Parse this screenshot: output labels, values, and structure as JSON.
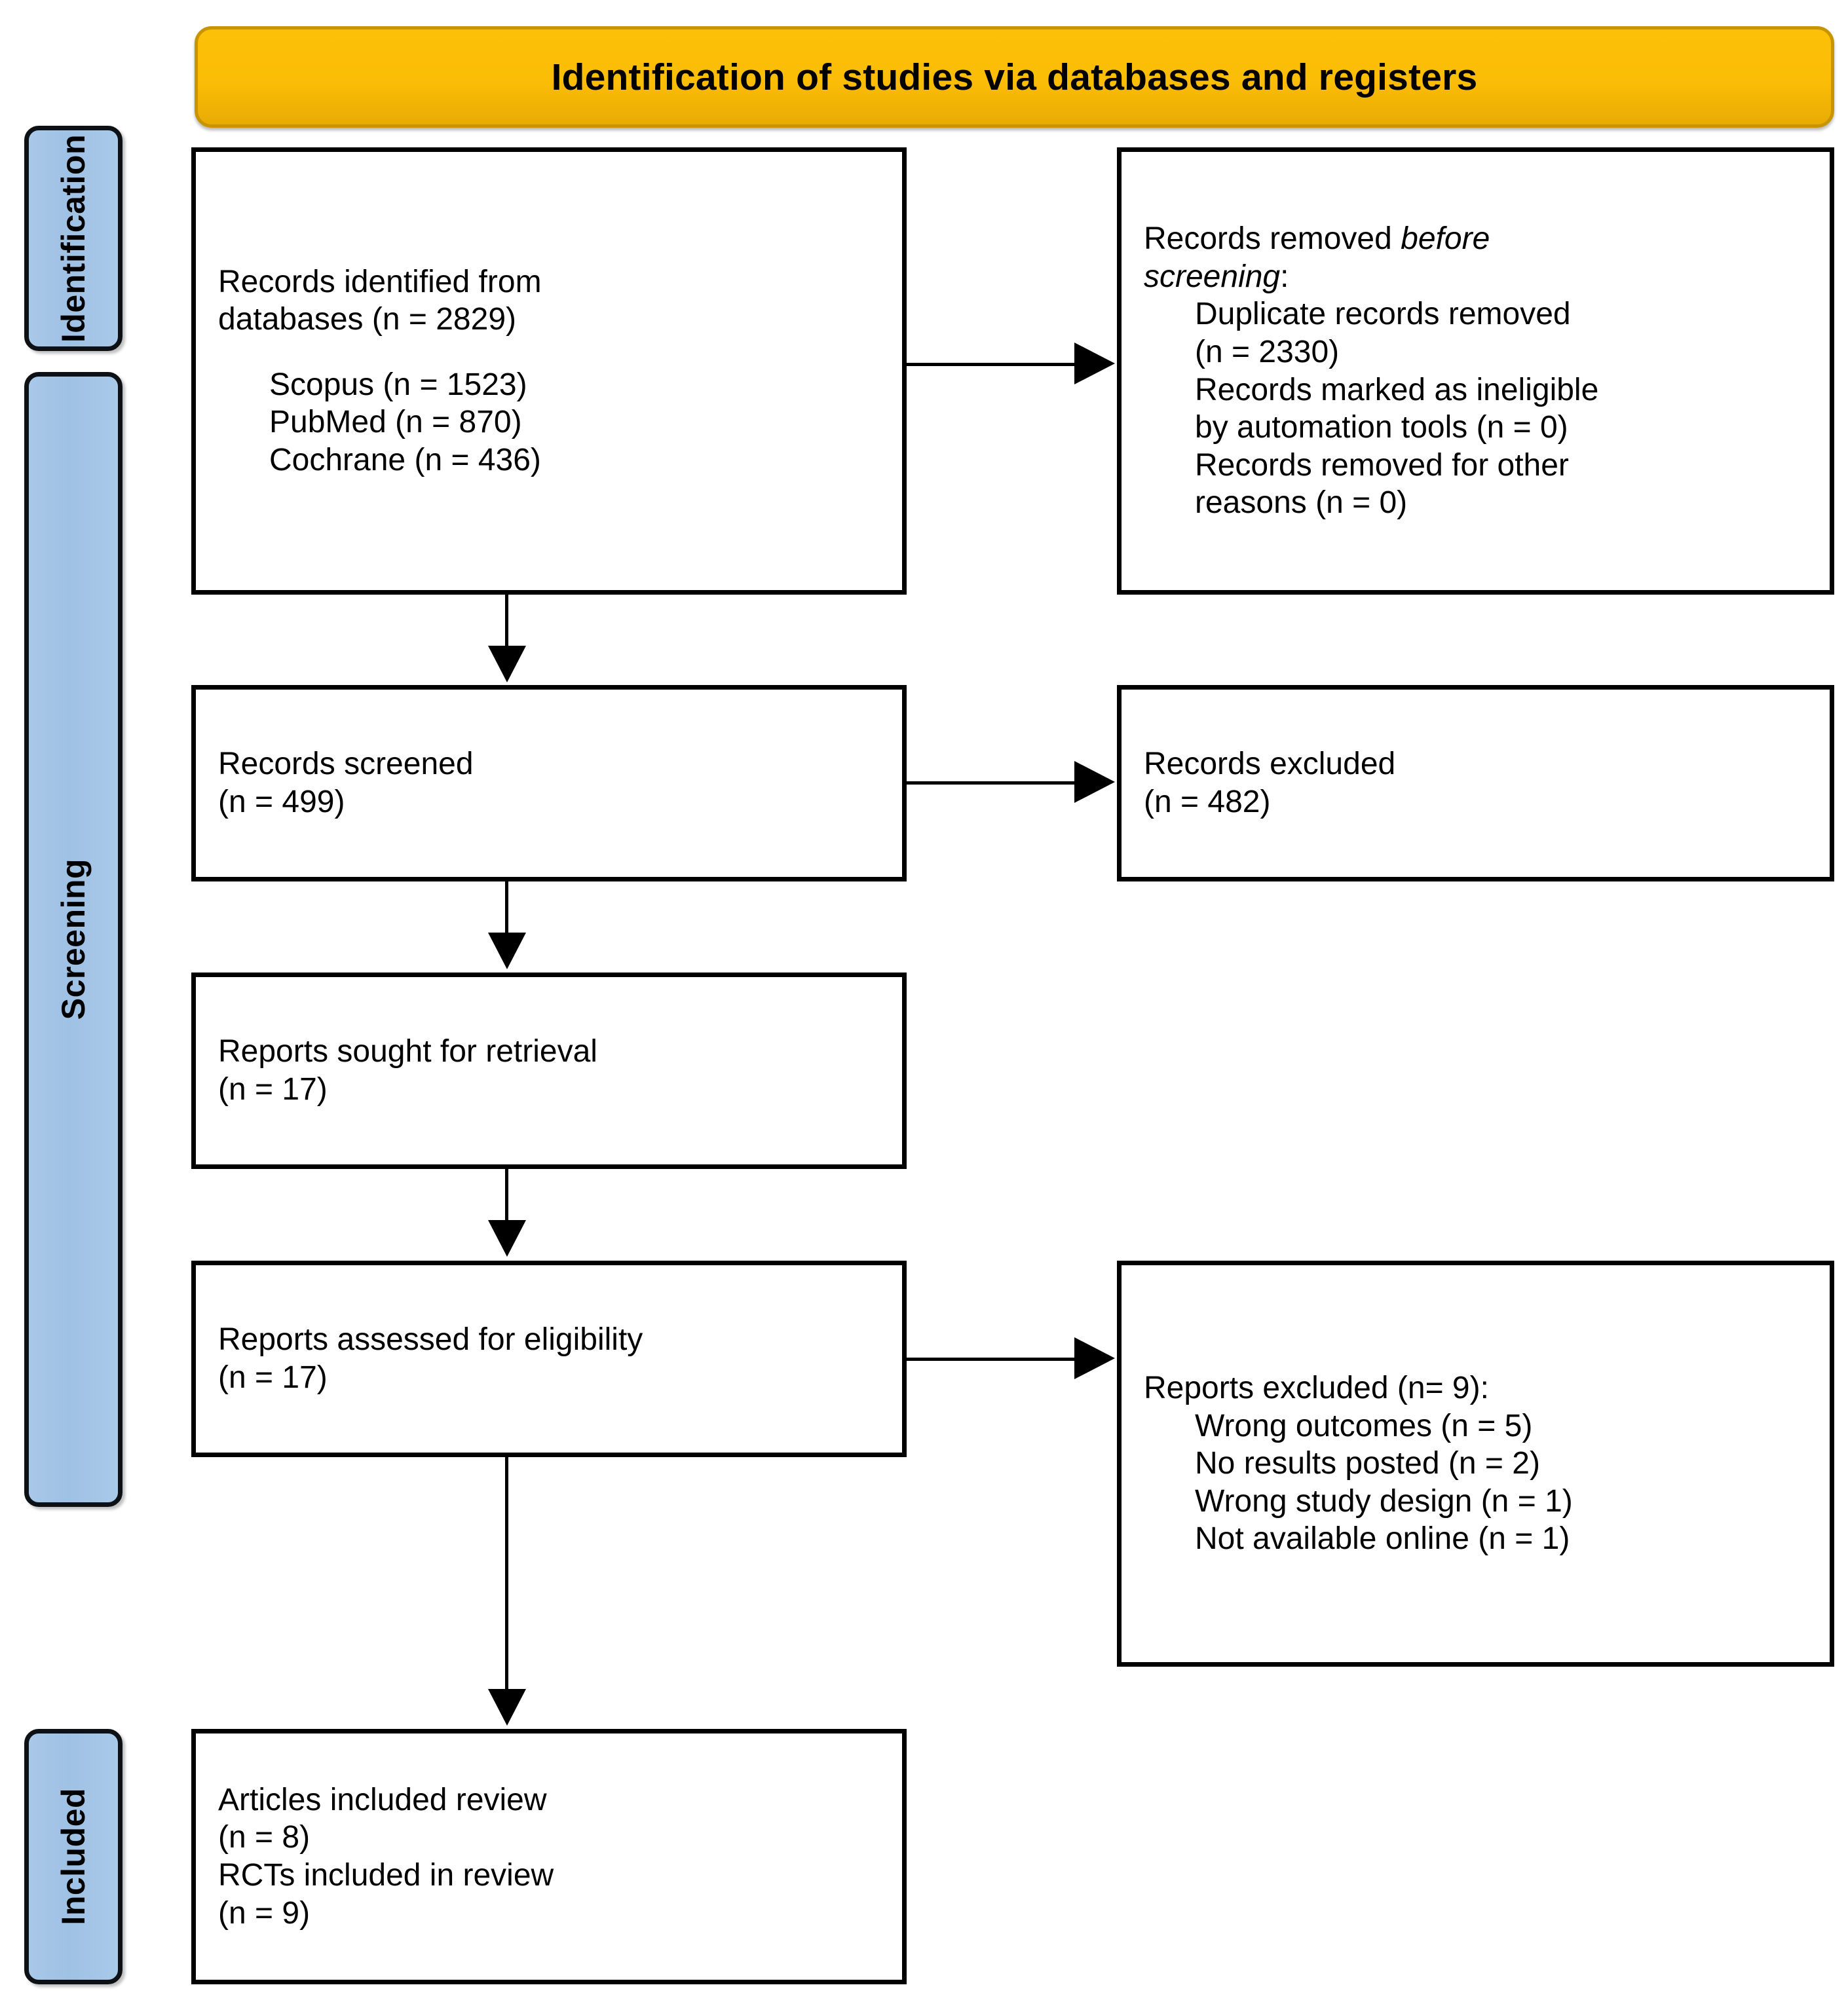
{
  "banner": {
    "title": "Identification of studies via databases and registers"
  },
  "stages": [
    {
      "id": "identification",
      "label": "Identification"
    },
    {
      "id": "screening",
      "label": "Screening"
    },
    {
      "id": "included",
      "label": "Included"
    }
  ],
  "boxes": {
    "identified": {
      "line1": "Records identified from",
      "line2": "databases (n = 2829)",
      "sources": [
        "Scopus (n = 1523)",
        "PubMed (n = 870)",
        "Cochrane (n = 436)"
      ]
    },
    "removed": {
      "lead_normal": "Records removed ",
      "lead_italic_a": "before",
      "lead_italic_b": "screening",
      "lead_colon": ":",
      "items": [
        "Duplicate records removed",
        "(n = 2330)",
        "Records marked as ineligible",
        "by automation tools (n = 0)",
        "Records removed for other",
        "reasons (n = 0)"
      ]
    },
    "screened": {
      "line1": "Records screened",
      "line2": "(n = 499)"
    },
    "excluded": {
      "line1": "Records excluded",
      "line2": "(n = 482)"
    },
    "sought": {
      "line1": "Reports sought for retrieval",
      "line2": "(n = 17)"
    },
    "assessed": {
      "line1": "Reports assessed for eligibility",
      "line2": "(n = 17)"
    },
    "reports_excluded": {
      "heading": "Reports excluded (n= 9):",
      "reasons": [
        "Wrong outcomes (n = 5)",
        "No results posted (n = 2)",
        "Wrong study design (n = 1)",
        "Not available online (n = 1)"
      ]
    },
    "included": {
      "line1": "Articles included review",
      "line2": "(n = 8)",
      "line3": "RCTs included in review",
      "line4": "(n = 9)"
    }
  },
  "colors": {
    "banner_fill": "#FBBD06",
    "banner_border": "#C89500",
    "stagebar_fill": "#A7C7E7",
    "stagebar_border": "#0D1014",
    "box_border": "#000000",
    "connector": "#000000"
  },
  "chart_data": {
    "type": "diagram",
    "title": "Identification of studies via databases and registers",
    "nodes": [
      {
        "id": "identified",
        "stage": "Identification",
        "label": "Records identified from databases (n = 2829)",
        "n": 2829,
        "breakdown": {
          "Scopus": 1523,
          "PubMed": 870,
          "Cochrane": 436
        }
      },
      {
        "id": "removed",
        "stage": "Identification",
        "label": "Records removed before screening",
        "breakdown": {
          "Duplicate records removed": 2330,
          "Records marked as ineligible by automation tools": 0,
          "Records removed for other reasons": 0
        }
      },
      {
        "id": "screened",
        "stage": "Screening",
        "label": "Records screened",
        "n": 499
      },
      {
        "id": "excluded",
        "stage": "Screening",
        "label": "Records excluded",
        "n": 482
      },
      {
        "id": "sought",
        "stage": "Screening",
        "label": "Reports sought for retrieval",
        "n": 17
      },
      {
        "id": "assessed",
        "stage": "Screening",
        "label": "Reports assessed for eligibility",
        "n": 17
      },
      {
        "id": "reports_excluded",
        "stage": "Screening",
        "label": "Reports excluded",
        "n": 9,
        "breakdown": {
          "Wrong outcomes": 5,
          "No results posted": 2,
          "Wrong study design": 1,
          "Not available online": 1
        }
      },
      {
        "id": "included",
        "stage": "Included",
        "label": "Articles included review / RCTs included in review",
        "breakdown": {
          "Articles included review": 8,
          "RCTs included in review": 9
        }
      }
    ],
    "edges": [
      {
        "from": "identified",
        "to": "removed",
        "direction": "right"
      },
      {
        "from": "identified",
        "to": "screened",
        "direction": "down"
      },
      {
        "from": "screened",
        "to": "excluded",
        "direction": "right"
      },
      {
        "from": "screened",
        "to": "sought",
        "direction": "down"
      },
      {
        "from": "sought",
        "to": "assessed",
        "direction": "down"
      },
      {
        "from": "assessed",
        "to": "reports_excluded",
        "direction": "right"
      },
      {
        "from": "assessed",
        "to": "included",
        "direction": "down"
      }
    ]
  }
}
